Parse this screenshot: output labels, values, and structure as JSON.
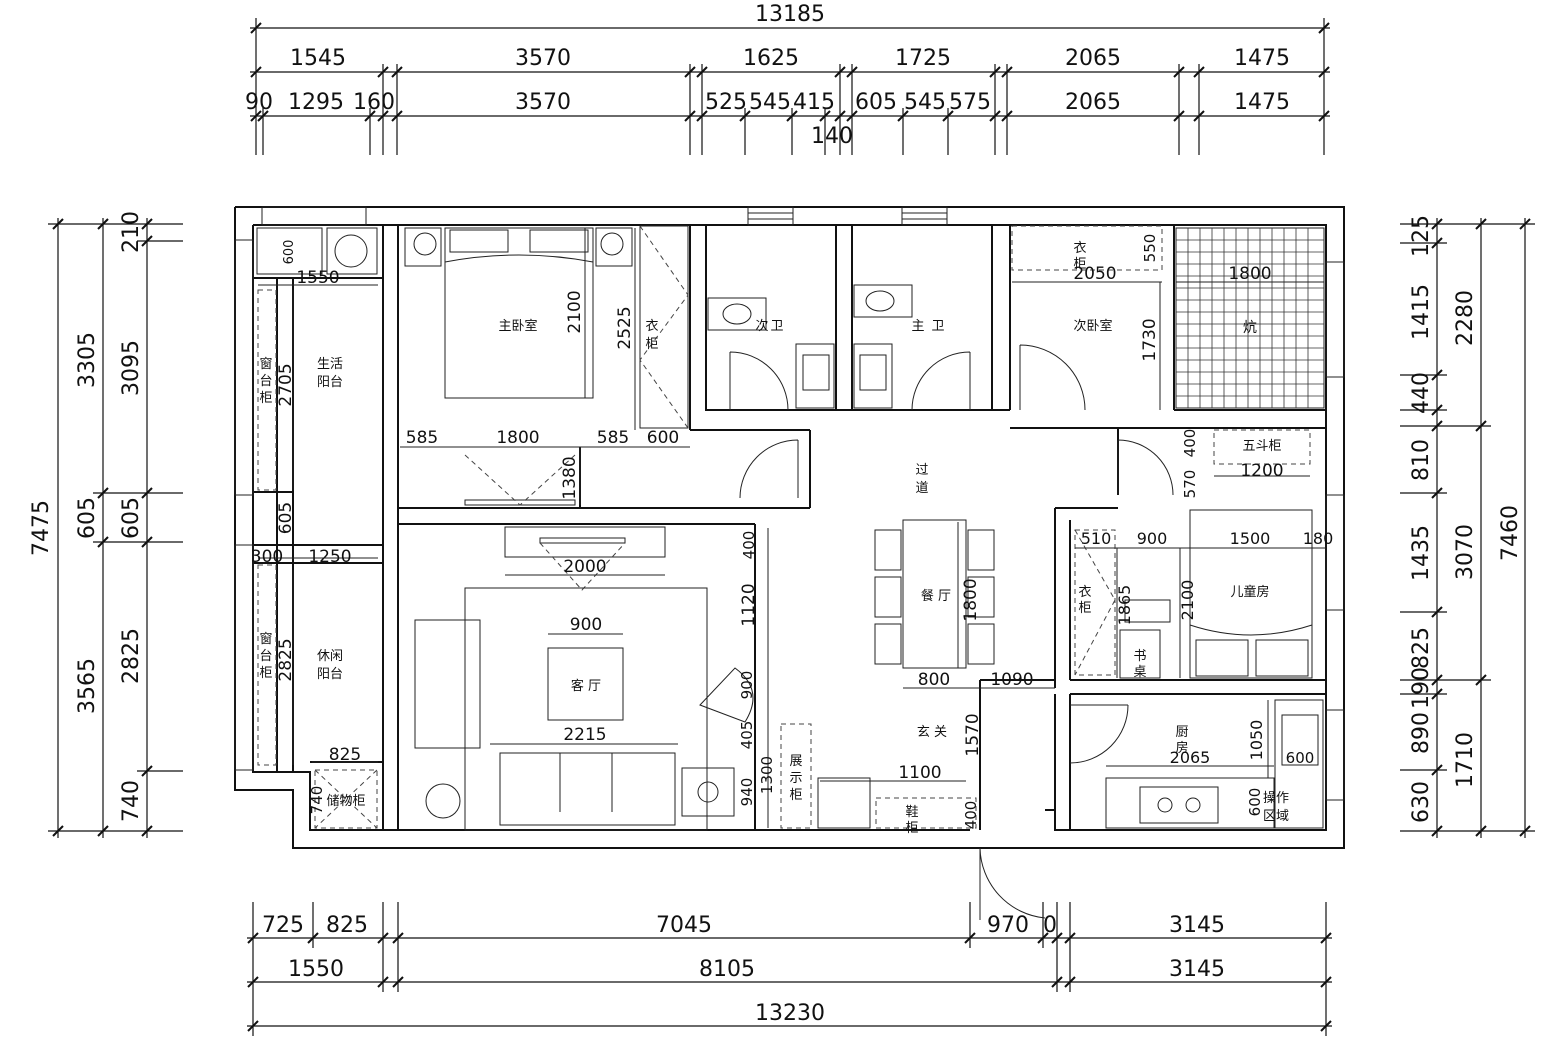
{
  "dims": {
    "top": {
      "row1": [
        "13185"
      ],
      "row2": [
        "1545",
        "3570",
        "1625",
        "1725",
        "2065",
        "1475"
      ],
      "row3": [
        "90",
        "1295",
        "160",
        "3570",
        "525",
        "545",
        "415",
        "605",
        "545",
        "575",
        "2065",
        "1475"
      ],
      "row3_extra": "140"
    },
    "bottom": {
      "row1": [
        "725",
        "825",
        "7045",
        "970",
        "0",
        "3145"
      ],
      "row2": [
        "1550",
        "8105",
        "3145"
      ],
      "row3": [
        "13230"
      ]
    },
    "left": {
      "outer": "7475",
      "mid": [
        "3305",
        "605",
        "3565"
      ],
      "inner": [
        "210",
        "3095",
        "605",
        "2825",
        "740"
      ]
    },
    "right": {
      "outer": "7460",
      "mid": [
        "2280",
        "3070",
        "1710"
      ],
      "inner": [
        "125",
        "1415",
        "440",
        "810",
        "1435",
        "825",
        "190",
        "890",
        "630"
      ]
    },
    "interior": {
      "d1550": "1550",
      "d2705": "2705",
      "d605": "605",
      "d300": "300",
      "d1250": "1250",
      "d2825": "2825",
      "d825": "825",
      "d740": "740",
      "d600a": "600",
      "d2100a": "2100",
      "d2525": "2525",
      "d585a": "585",
      "d1800a": "1800",
      "d585b": "585",
      "d600b": "600",
      "d1380": "1380",
      "d2000": "2000",
      "d400a": "400",
      "d1120": "1120",
      "d900a": "900",
      "d900b": "900",
      "d2215": "2215",
      "d405": "405",
      "d940": "940",
      "d1300": "1300",
      "d1100": "1100",
      "d400b": "400",
      "d1570": "1570",
      "d1800b": "1800",
      "d800": "800",
      "d1090": "1090",
      "d2050": "2050",
      "d550": "550",
      "d1730": "1730",
      "d1800c": "1800",
      "d400c": "400",
      "d570": "570",
      "d1200": "1200",
      "d510": "510",
      "d900c": "900",
      "d1500": "1500",
      "d180": "180",
      "d1865": "1865",
      "d2100b": "2100",
      "d1050": "1050",
      "d2065": "2065",
      "d600c": "600",
      "d600d": "600"
    }
  },
  "rooms": {
    "master_bedroom": "主卧室",
    "wardrobe_a": [
      "衣",
      "柜"
    ],
    "second_bath": [
      "次",
      "卫"
    ],
    "master_bath": [
      "主",
      "卫"
    ],
    "second_bedroom": "次卧室",
    "wardrobe_b": [
      "衣",
      "柜"
    ],
    "kang": "炕",
    "living_balcony": [
      "生活",
      "阳台"
    ],
    "window_cab_a": [
      "窗",
      "台",
      "柜"
    ],
    "corridor": [
      "过",
      "道"
    ],
    "chest": "五斗柜",
    "dining": "餐 厅",
    "wardrobe_c": [
      "衣",
      "柜"
    ],
    "children_room": "儿童房",
    "desk": [
      "书",
      "桌"
    ],
    "living_room": "客 厅",
    "leisure_balcony": [
      "休闲",
      "阳台"
    ],
    "window_cab_b": [
      "窗",
      "台",
      "柜"
    ],
    "storage": "储物柜",
    "display": [
      "展",
      "示",
      "柜"
    ],
    "foyer": "玄 关",
    "shoe": [
      "鞋",
      "柜"
    ],
    "kitchen": [
      "厨",
      "房"
    ],
    "work_area": [
      "操作",
      "区域"
    ]
  }
}
